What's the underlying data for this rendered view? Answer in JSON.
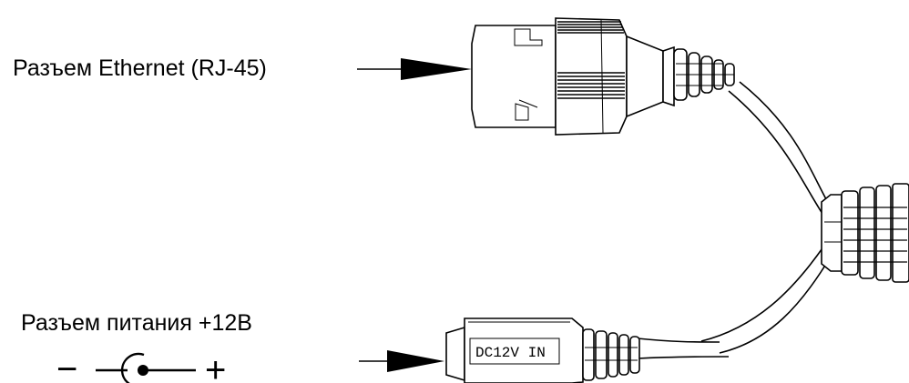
{
  "labels": {
    "ethernet": "Разъем Ethernet (RJ-45)",
    "power": "Разъем питания +12В",
    "polarity_minus": "−",
    "polarity_plus": "+",
    "jack_marking": "DC12V IN"
  },
  "colors": {
    "stroke": "#000000",
    "background": "#ffffff"
  }
}
